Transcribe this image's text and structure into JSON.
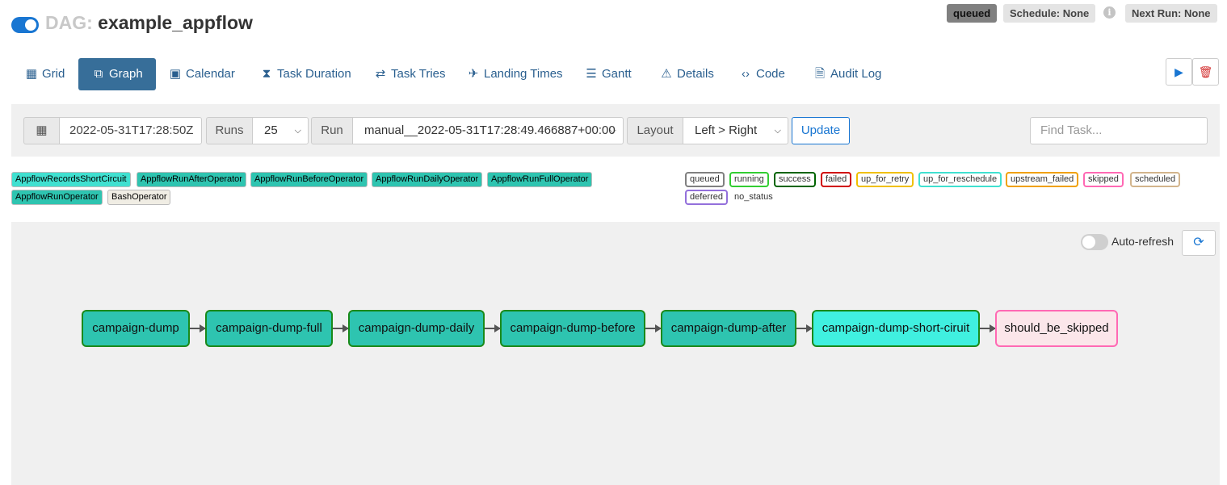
{
  "header": {
    "dag_prefix": "DAG:",
    "dag_id": "example_appflow",
    "state_badge": "queued",
    "schedule": "Schedule: None",
    "next_run": "Next Run: None"
  },
  "tabs": [
    {
      "label": "Grid",
      "icon": "grid-icon"
    },
    {
      "label": "Graph",
      "icon": "graph-icon",
      "active": true
    },
    {
      "label": "Calendar",
      "icon": "calendar-icon"
    },
    {
      "label": "Task Duration",
      "icon": "hourglass-icon"
    },
    {
      "label": "Task Tries",
      "icon": "repeat-icon"
    },
    {
      "label": "Landing Times",
      "icon": "plane-landing-icon"
    },
    {
      "label": "Gantt",
      "icon": "gantt-icon"
    },
    {
      "label": "Details",
      "icon": "warning-triangle-icon"
    },
    {
      "label": "Code",
      "icon": "code-icon"
    },
    {
      "label": "Audit Log",
      "icon": "file-search-icon"
    }
  ],
  "filters": {
    "execution_date": "2022-05-31T17:28:50Z",
    "runs_label": "Runs",
    "runs_value": "25",
    "run_label": "Run",
    "run_value": "manual__2022-05-31T17:28:49.466887+00:00",
    "layout_label": "Layout",
    "layout_value": "Left > Right",
    "update_label": "Update",
    "find_placeholder": "Find Task..."
  },
  "operator_legend": [
    {
      "label": "AppflowRecordsShortCircuit",
      "color": "#40e0d0"
    },
    {
      "label": "AppflowRunAfterOperator",
      "color": "#2ec4b0"
    },
    {
      "label": "AppflowRunBeforeOperator",
      "color": "#2ec4b0"
    },
    {
      "label": "AppflowRunDailyOperator",
      "color": "#2ec4b0"
    },
    {
      "label": "AppflowRunFullOperator",
      "color": "#2ec4b0"
    },
    {
      "label": "AppflowRunOperator",
      "color": "#2ec4b0"
    },
    {
      "label": "BashOperator",
      "color": "#f0ede4"
    }
  ],
  "state_legend": [
    {
      "label": "queued",
      "color": "#808080"
    },
    {
      "label": "running",
      "color": "#32cd32"
    },
    {
      "label": "success",
      "color": "#006400"
    },
    {
      "label": "failed",
      "color": "#d00000"
    },
    {
      "label": "up_for_retry",
      "color": "#f0c000"
    },
    {
      "label": "up_for_reschedule",
      "color": "#40e0d0"
    },
    {
      "label": "upstream_failed",
      "color": "#f0a000"
    },
    {
      "label": "skipped",
      "color": "#ff69b4"
    },
    {
      "label": "scheduled",
      "color": "#d2b48c"
    },
    {
      "label": "deferred",
      "color": "#9370db"
    },
    {
      "label": "no_status",
      "color": ""
    }
  ],
  "graph": {
    "auto_refresh_label": "Auto-refresh",
    "nodes": [
      {
        "label": "campaign-dump",
        "fill": "#2ec4b0",
        "stroke": "#1a8a1a"
      },
      {
        "label": "campaign-dump-full",
        "fill": "#2ec4b0",
        "stroke": "#1a8a1a"
      },
      {
        "label": "campaign-dump-daily",
        "fill": "#2ec4b0",
        "stroke": "#1a8a1a"
      },
      {
        "label": "campaign-dump-before",
        "fill": "#2ec4b0",
        "stroke": "#1a8a1a"
      },
      {
        "label": "campaign-dump-after",
        "fill": "#2ec4b0",
        "stroke": "#1a8a1a"
      },
      {
        "label": "campaign-dump-short-ciruit",
        "fill": "#40f0e0",
        "stroke": "#1a8a1a"
      },
      {
        "label": "should_be_skipped",
        "fill": "#fbe6ea",
        "stroke": "#ff69b4"
      }
    ]
  }
}
